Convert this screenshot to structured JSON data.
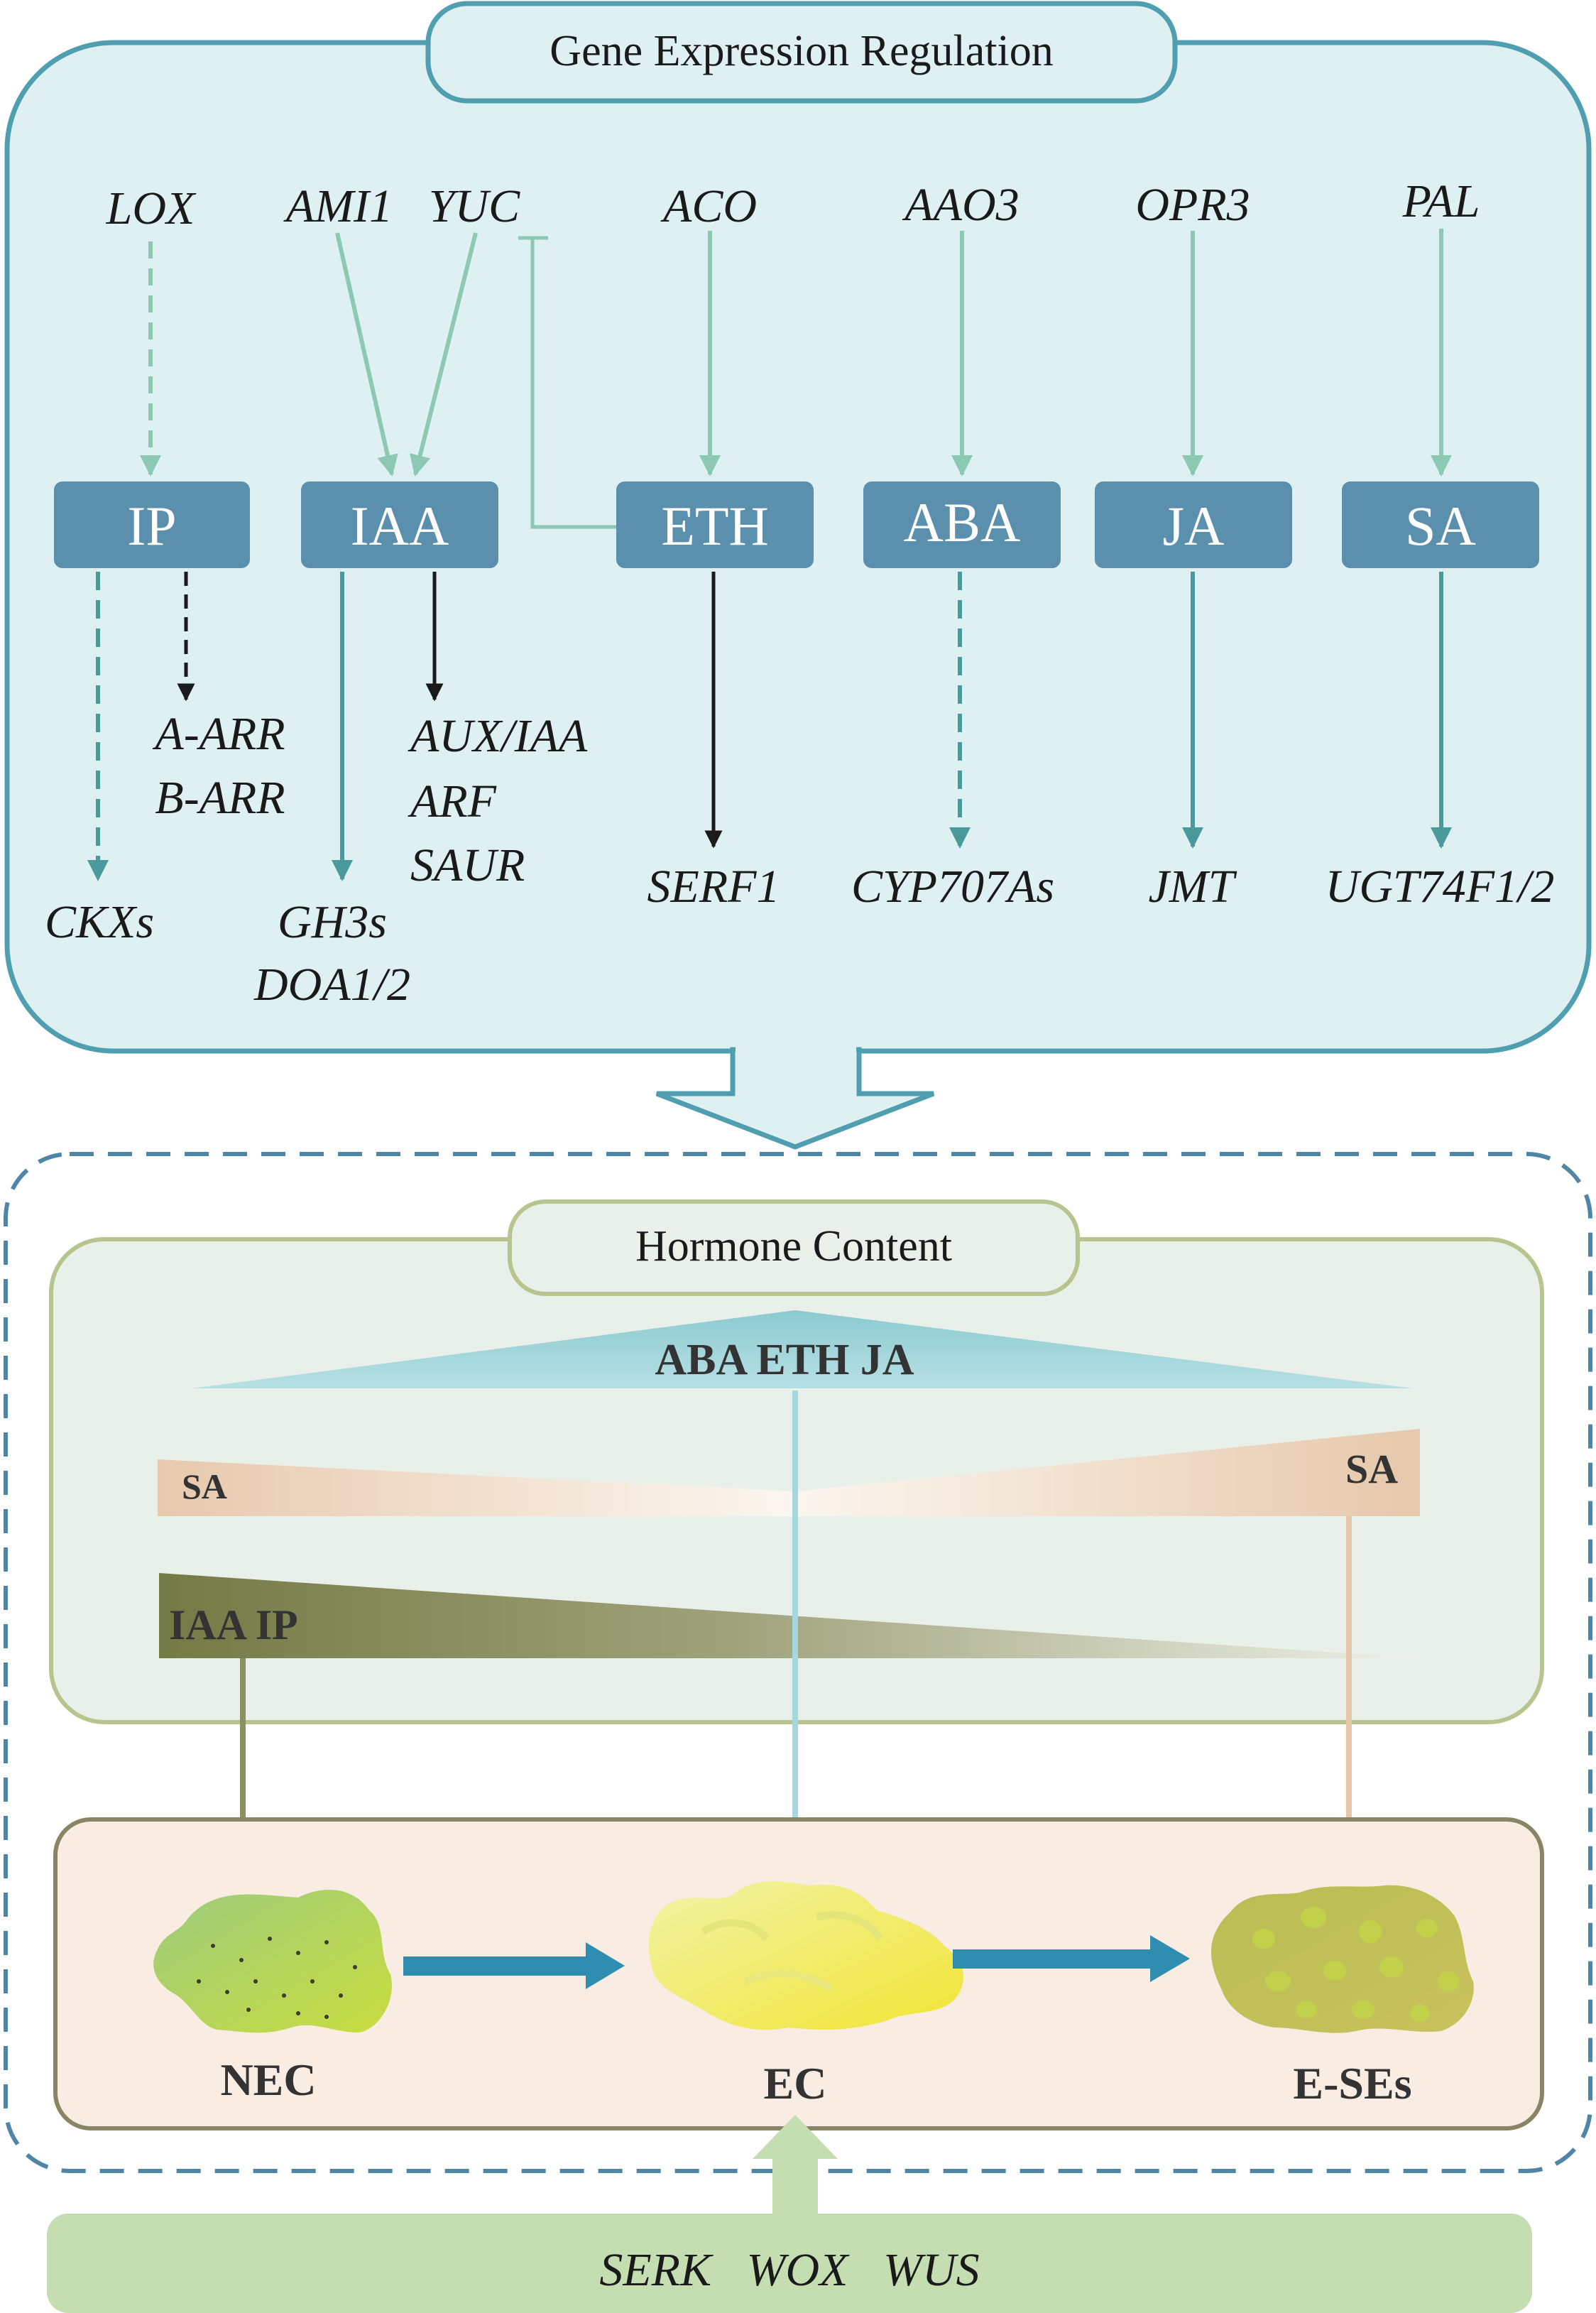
{
  "top_panel": {
    "title": "Gene Expression Regulation",
    "upstream_genes": {
      "lox": "LOX",
      "ami1": "AMI1",
      "yuc": "YUC",
      "aco": "ACO",
      "aao3": "AAO3",
      "opr3": "OPR3",
      "pal": "PAL"
    },
    "hormones": {
      "ip": "IP",
      "iaa": "IAA",
      "eth": "ETH",
      "aba": "ABA",
      "ja": "JA",
      "sa": "SA"
    },
    "downstream_genes": {
      "ckxs": "CKXs",
      "a_arr": "A-ARR",
      "b_arr": "B-ARR",
      "gh3s": "GH3s",
      "doa": "DOA1/2",
      "aux_iaa": "AUX/IAA",
      "arf": "ARF",
      "saur": "SAUR",
      "serf1": "SERF1",
      "cyp707as": "CYP707As",
      "jmt": "JMT",
      "ugt": "UGT74F1/2"
    }
  },
  "middle_panel": {
    "title": "Hormone Content",
    "top_wedge_label": "ABA  ETH  JA",
    "sa_left": "SA",
    "sa_right": "SA",
    "iaa_ip_label": "IAA  IP"
  },
  "bottom_panel": {
    "stages": {
      "nec": "NEC",
      "ec": "EC",
      "ese": "E-SEs"
    }
  },
  "footer": {
    "genes": "SERK   WOX   WUS"
  },
  "colors": {
    "top_bg": "#dff0f2",
    "top_border": "#4f9fb1",
    "hormone_box": "#5b8fae",
    "teal_arrow": "#4a9a9c",
    "light_arrow": "#8cc9b3",
    "middle_bg": "#e9f0ea",
    "middle_border": "#b8c48e",
    "bottom_bg": "#f8ece3",
    "bottom_border": "#8a8466",
    "footer_bg": "#c5deb1",
    "blue_arrow": "#2f8db0"
  }
}
